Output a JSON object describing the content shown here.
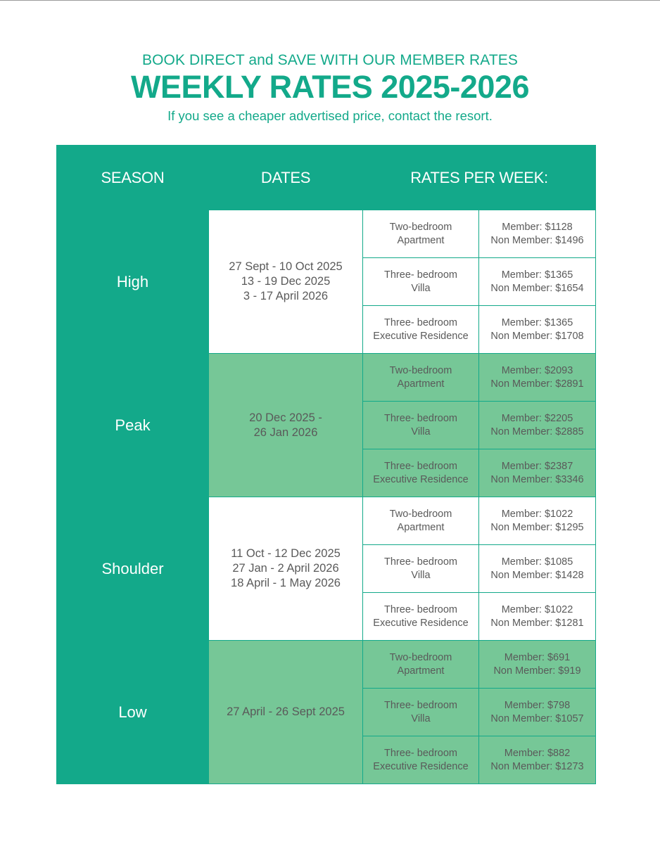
{
  "header": {
    "tagline": "BOOK DIRECT and SAVE WITH OUR MEMBER RATES",
    "title": "WEEKLY RATES 2025-2026",
    "note": "If you see a cheaper advertised price, contact the resort."
  },
  "table": {
    "columns": [
      "SEASON",
      "DATES",
      "RATES PER WEEK:"
    ],
    "seasons": [
      {
        "name": "High",
        "dates": [
          "27 Sept - 10 Oct 2025",
          "13 - 19 Dec 2025",
          "3 - 17 April 2026"
        ],
        "rates": [
          {
            "type": [
              "Two-bedroom",
              "Apartment"
            ],
            "member": "Member: $1128",
            "non_member": "Non Member: $1496"
          },
          {
            "type": [
              "Three- bedroom",
              "Villa"
            ],
            "member": "Member: $1365",
            "non_member": "Non Member: $1654"
          },
          {
            "type": [
              "Three- bedroom",
              "Executive Residence"
            ],
            "member": "Member: $1365",
            "non_member": "Non Member: $1708"
          }
        ]
      },
      {
        "name": "Peak",
        "dates": [
          "20 Dec 2025 -",
          "26 Jan 2026"
        ],
        "rates": [
          {
            "type": [
              "Two-bedroom",
              "Apartment"
            ],
            "member": "Member: $2093",
            "non_member": "Non Member: $2891"
          },
          {
            "type": [
              "Three- bedroom",
              "Villa"
            ],
            "member": "Member: $2205",
            "non_member": "Non Member: $2885"
          },
          {
            "type": [
              "Three- bedroom",
              "Executive Residence"
            ],
            "member": "Member: $2387",
            "non_member": "Non Member: $3346"
          }
        ]
      },
      {
        "name": "Shoulder",
        "dates": [
          "11 Oct - 12 Dec 2025",
          "27 Jan - 2 April 2026",
          "18 April - 1 May 2026"
        ],
        "rates": [
          {
            "type": [
              "Two-bedroom",
              "Apartment"
            ],
            "member": "Member: $1022",
            "non_member": "Non Member: $1295"
          },
          {
            "type": [
              "Three- bedroom",
              "Villa"
            ],
            "member": "Member: $1085",
            "non_member": "Non Member: $1428"
          },
          {
            "type": [
              "Three- bedroom",
              "Executive Residence"
            ],
            "member": "Member: $1022",
            "non_member": "Non Member: $1281"
          }
        ]
      },
      {
        "name": "Low",
        "dates": [
          "27 April - 26 Sept 2025"
        ],
        "rates": [
          {
            "type": [
              "Two-bedroom",
              "Apartment"
            ],
            "member": "Member: $691",
            "non_member": "Non Member: $919"
          },
          {
            "type": [
              "Three- bedroom",
              "Villa"
            ],
            "member": "Member: $798",
            "non_member": "Non Member: $1057"
          },
          {
            "type": [
              "Three- bedroom",
              "Executive Residence"
            ],
            "member": "Member: $882",
            "non_member": "Non Member: $1273"
          }
        ]
      }
    ]
  },
  "colors": {
    "brand_teal": "#13a98a",
    "light_green": "#76c797",
    "text_gray": "#5a5a5a"
  }
}
